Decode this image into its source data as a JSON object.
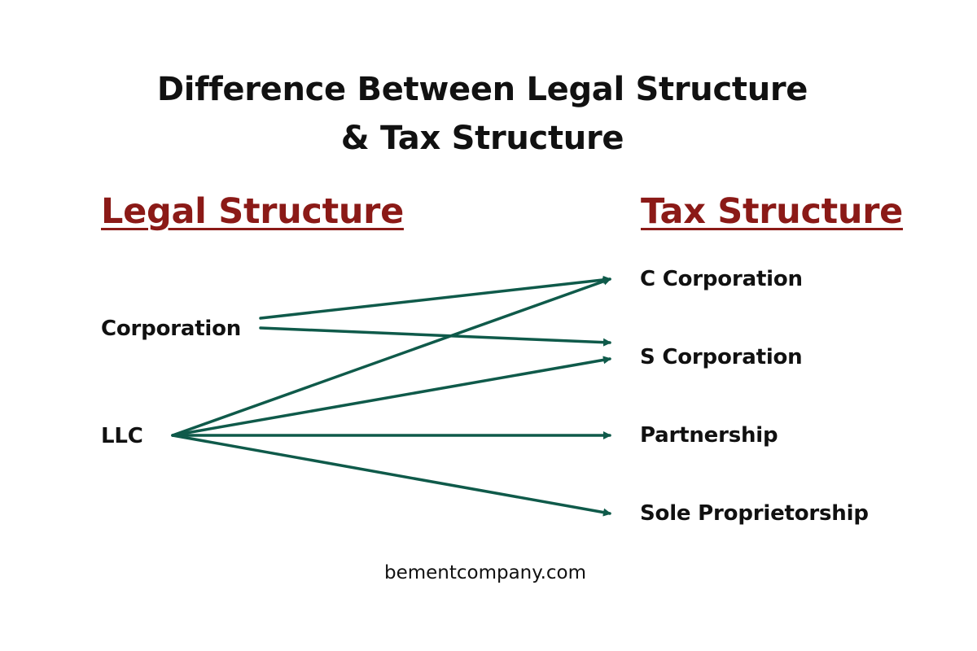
{
  "title": {
    "line1": "Difference Between Legal Structure",
    "line2": "& Tax Structure"
  },
  "legal_heading": "Legal Structure",
  "tax_heading": "Tax Structure",
  "legal_items": [
    "Corporation",
    "LLC"
  ],
  "tax_items": [
    "C Corporation",
    "S Corporation",
    "Partnership",
    "Sole Proprietorship"
  ],
  "connections": [
    {
      "from": "Corporation",
      "to": "C Corporation"
    },
    {
      "from": "Corporation",
      "to": "S Corporation"
    },
    {
      "from": "LLC",
      "to": "C Corporation"
    },
    {
      "from": "LLC",
      "to": "S Corporation"
    },
    {
      "from": "LLC",
      "to": "Partnership"
    },
    {
      "from": "LLC",
      "to": "Sole Proprietorship"
    }
  ],
  "footer": "bementcompany.com",
  "colors": {
    "heading": "#8b1a17",
    "arrow": "#0f5a4a",
    "text": "#111111"
  }
}
